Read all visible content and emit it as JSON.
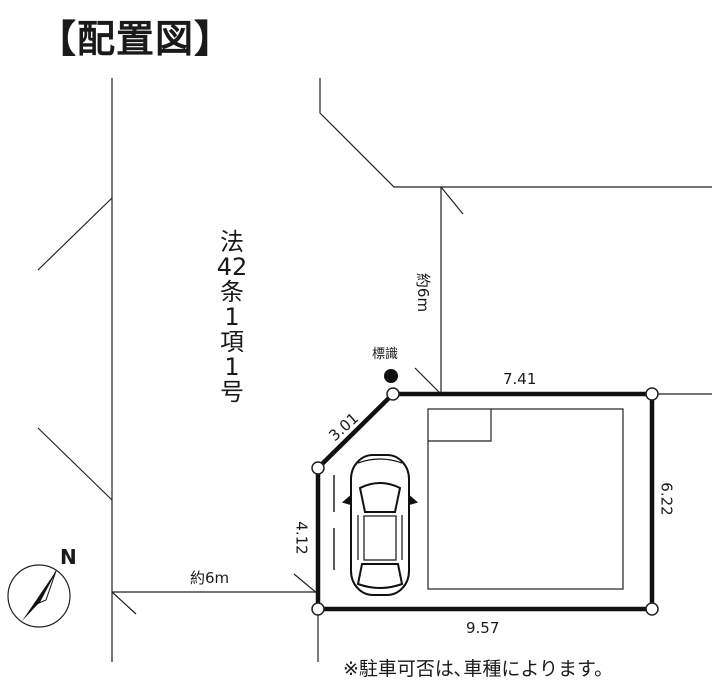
{
  "title": "【配置図】",
  "road_label": "法\n42\n条\n1\n項\n1\n号",
  "road_width_vertical": "約6m",
  "road_width_horizontal": "約6m",
  "sign_label": "標識",
  "dimensions": {
    "top": "7.41",
    "right": "6.22",
    "bottom": "9.57",
    "left": "4.12",
    "corner": "3.01"
  },
  "north_label": "N",
  "note": "※駐車可否は､車種によります。"
}
